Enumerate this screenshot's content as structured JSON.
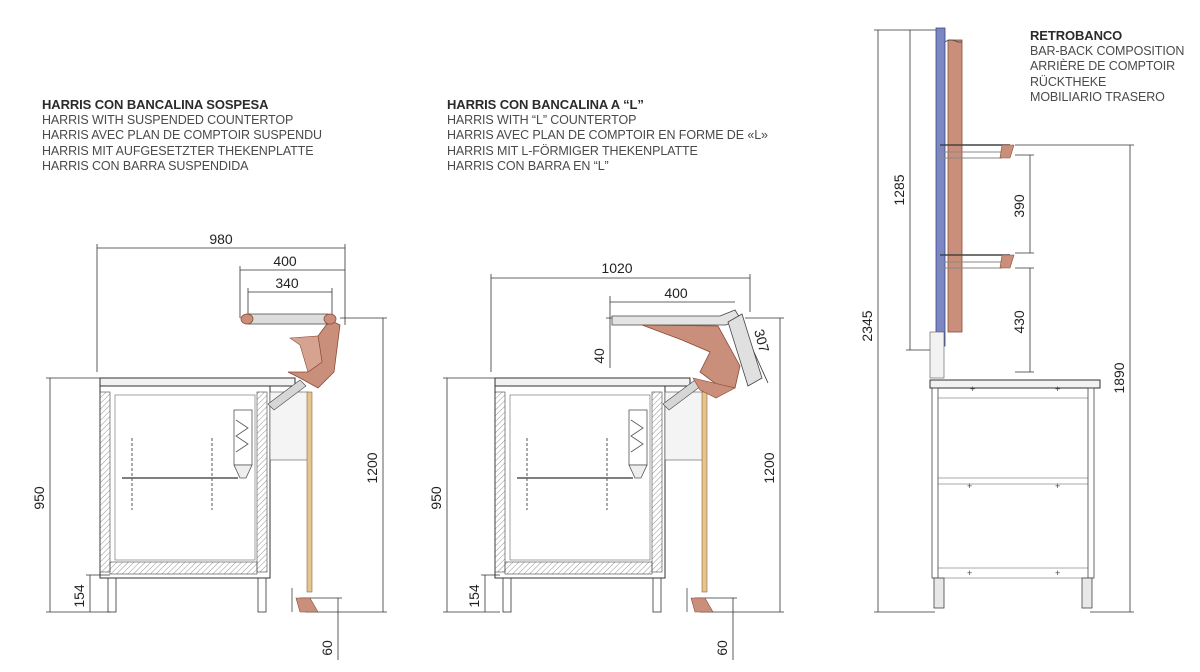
{
  "diagram1": {
    "title": "HARRIS CON BANCALINA SOSPESA",
    "lines": [
      "HARRIS WITH SUSPENDED COUNTERTOP",
      "HARRIS AVEC PLAN DE COMPTOIR SUSPENDU",
      "HARRIS MIT AUFGESETZTER THEKENPLATTE",
      "HARRIS CON BARRA SUSPENDIDA"
    ],
    "dims": {
      "width": "980",
      "top_outer": "400",
      "top_inner": "340",
      "height": "950",
      "total": "1200",
      "plinth": "154",
      "foot": "60"
    }
  },
  "diagram2": {
    "title": "HARRIS CON BANCALINA A “L”",
    "lines": [
      "HARRIS WITH “L” COUNTERTOP",
      "HARRIS AVEC PLAN DE COMPTOIR EN FORME DE «L»",
      "HARRIS MIT L-FÖRMIGER THEKENPLATTE",
      "HARRIS CON BARRA EN “L”"
    ],
    "dims": {
      "width": "1020",
      "top": "400",
      "lip": "40",
      "slope": "307",
      "height": "950",
      "total": "1200",
      "plinth": "154",
      "foot": "60"
    }
  },
  "diagram3": {
    "title": "RETROBANCO",
    "lines": [
      "BAR-BACK COMPOSITION",
      "ARRIÈRE DE COMPTOIR",
      "RÜCKTHEKE",
      "MOBILIARIO TRASERO"
    ],
    "dims": {
      "total": "2345",
      "upper": "1285",
      "shelf_gap": "390",
      "lower_gap": "430",
      "shelf_height": "1890"
    }
  },
  "colors": {
    "copper": "#c98f7a",
    "copper_dark": "#8a4a38",
    "blue": "#7b86c2",
    "wood": "#d9b27a",
    "line": "#333333"
  }
}
